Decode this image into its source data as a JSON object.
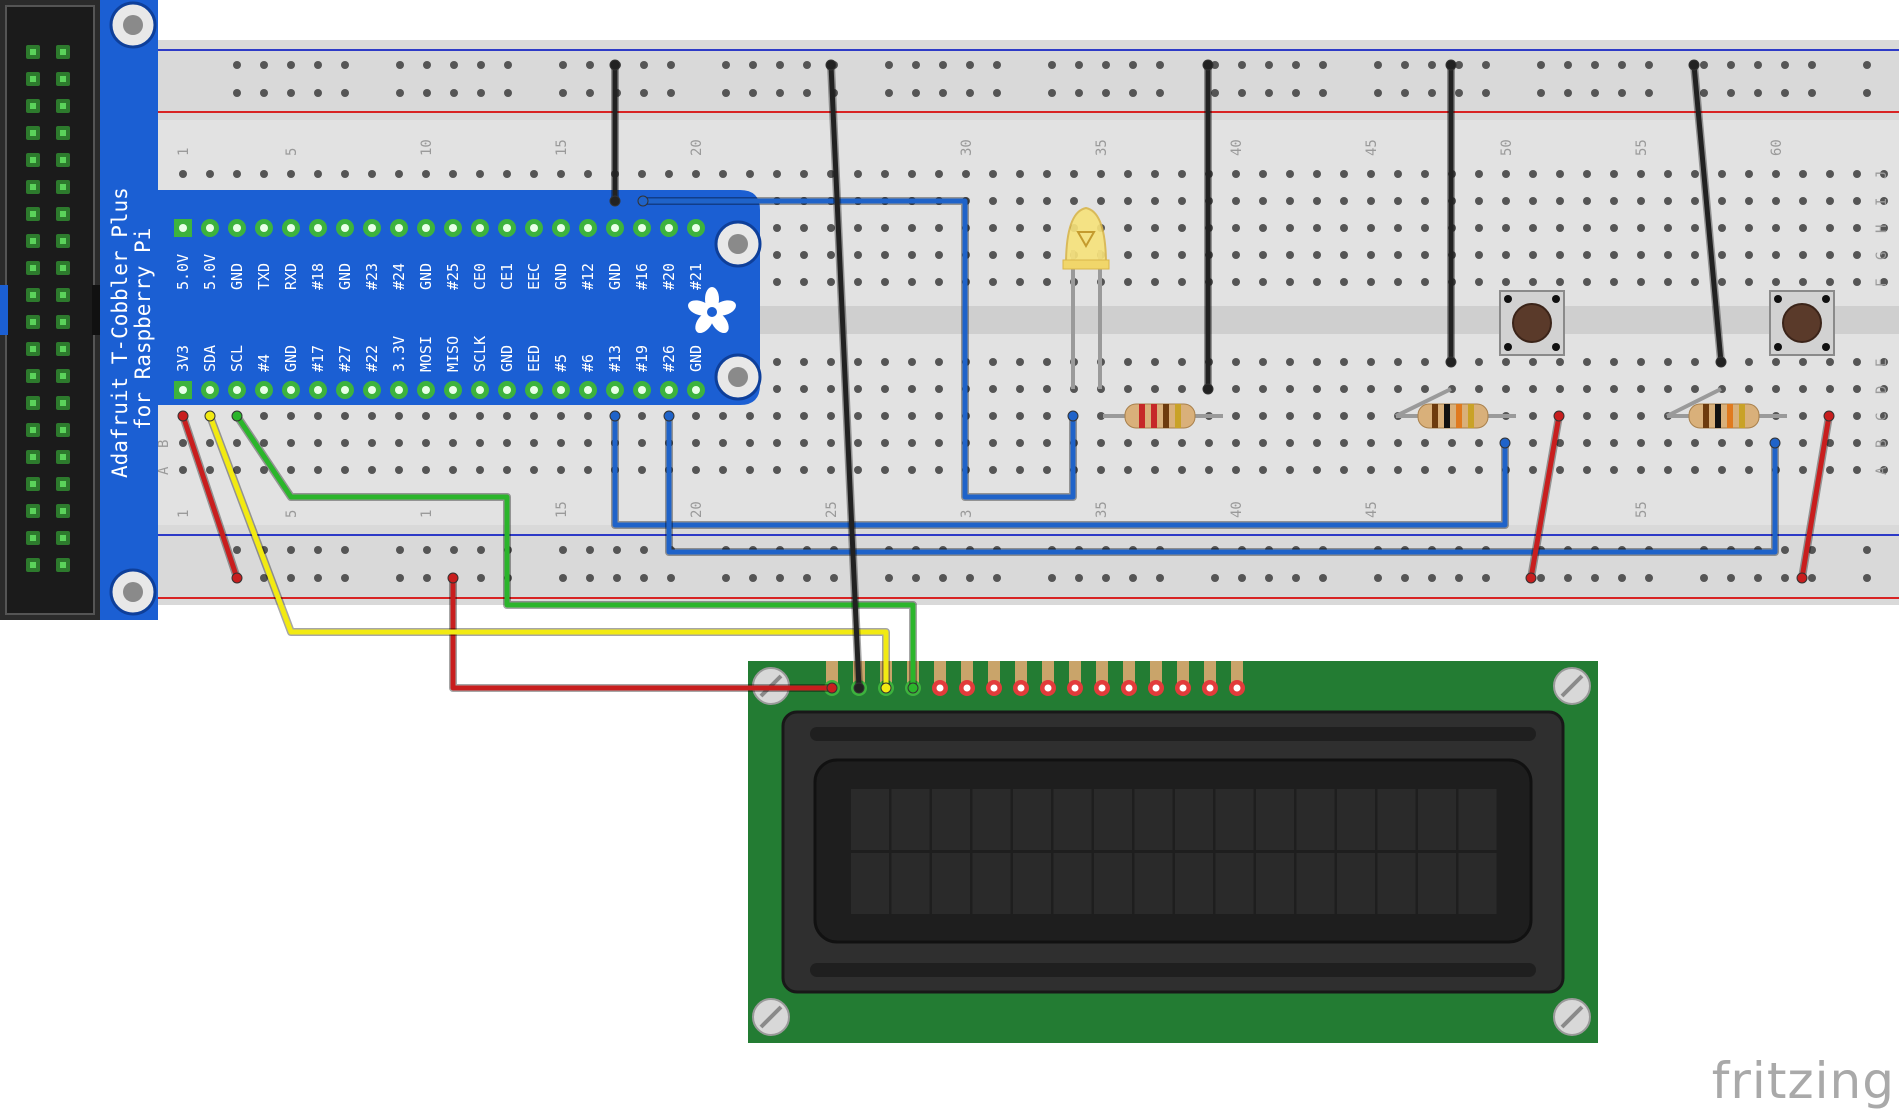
{
  "app": {
    "watermark": "fritzing"
  },
  "colors": {
    "cobbler": "#1b5fd3",
    "breadboard": "#dedede",
    "lcd_board": "#237c33",
    "wire_black": "#222222",
    "wire_red": "#c81e1e",
    "wire_green": "#2bb52b",
    "wire_yellow": "#f2ea12",
    "wire_blue": "#1f63c9",
    "led": "#f7e27a"
  },
  "cobbler": {
    "title_line1": "Adafruit T-Cobbler Plus",
    "title_line2": "for Raspberry Pi",
    "top_pins": [
      "5.0V",
      "5.0V",
      "GND",
      "TXD",
      "RXD",
      "#18",
      "GND",
      "#23",
      "#24",
      "GND",
      "#25",
      "CE0",
      "CE1",
      "EEC",
      "GND",
      "#12",
      "GND",
      "#16",
      "#20",
      "#21"
    ],
    "bottom_pins": [
      "3V3",
      "SDA",
      "SCL",
      "#4",
      "GND",
      "#17",
      "#27",
      "#22",
      "3.3V",
      "MOSI",
      "MISO",
      "SCLK",
      "GND",
      "EED",
      "#5",
      "#6",
      "#13",
      "#19",
      "#26",
      "GND"
    ]
  },
  "breadboard": {
    "column_numbers_top": [
      "1",
      "5",
      "10",
      "15",
      "20",
      "30",
      "35",
      "40",
      "45",
      "50",
      "55",
      "60"
    ],
    "column_numbers_bottom": [
      "1",
      "5",
      "1",
      "15",
      "20",
      "25",
      "3",
      "35",
      "40",
      "45",
      "55"
    ],
    "row_letters_top": [
      "J",
      "I",
      "H",
      "G",
      "F"
    ],
    "row_letters_bottom": [
      "E",
      "D",
      "C",
      "B",
      "A"
    ],
    "side_letters_left": [
      "B",
      "A"
    ]
  },
  "lcd": {
    "rows": 2,
    "columns": 16,
    "header_pins": 16
  }
}
